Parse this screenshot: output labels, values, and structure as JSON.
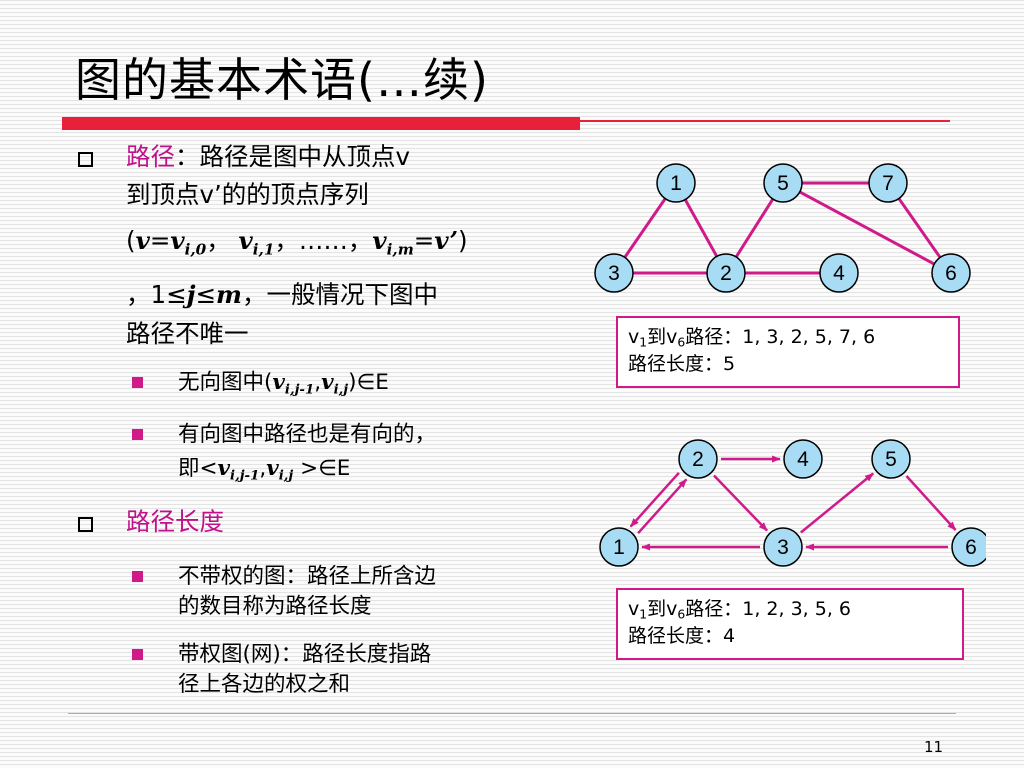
{
  "title": "图的基本术语(…续)",
  "page_number": "11",
  "bullets": {
    "path": {
      "term": "路径",
      "line1_rest": "：路径是图中从顶点v",
      "line2": "到顶点v’的的顶点序列",
      "seq_open": "(",
      "seq_v": "v",
      "seq_eq": "=",
      "seq_v0": "v",
      "seq_sub0": "i,0",
      "seq_sep1": "，",
      "seq_v1": "v",
      "seq_sub1": "i,1",
      "seq_sep2": "，……，",
      "seq_vm": "v",
      "seq_subm": "i,m",
      "seq_eq2": "=",
      "seq_vp": "v’",
      "seq_close": ")",
      "line4_a": "，1≤",
      "line4_j": "j",
      "line4_b": "≤",
      "line4_m": "m",
      "line4_c": "，一般情况下图中",
      "line5": "路径不唯一",
      "sub": [
        {
          "prefix": "无向图中(",
          "v1": "v",
          "s1": "i,j-1",
          "comma": ",",
          "v2": "v",
          "s2": "i,j",
          "suffix": ")∈E"
        },
        {
          "line1": "有向图中路径也是有向的，",
          "prefix": "即<",
          "v1": "v",
          "s1": "i,j-1",
          "comma": ",",
          "v2": "v",
          "s2": "i,j",
          "suffix": " >∈E"
        }
      ]
    },
    "path_length": {
      "term": "路径长度",
      "sub": [
        {
          "line1": "不带权的图：路径上所含边",
          "line2": "的数目称为路径长度"
        },
        {
          "line1": "带权图(网)：路径长度指路",
          "line2": "径上各边的权之和"
        }
      ]
    }
  },
  "graph_undirected": {
    "nodes": [
      "1",
      "5",
      "7",
      "3",
      "2",
      "4",
      "6"
    ],
    "edges": [
      [
        "1",
        "3"
      ],
      [
        "1",
        "2"
      ],
      [
        "3",
        "2"
      ],
      [
        "2",
        "4"
      ],
      [
        "2",
        "5"
      ],
      [
        "5",
        "7"
      ],
      [
        "5",
        "6"
      ],
      [
        "7",
        "6"
      ]
    ],
    "caption": {
      "v_a": "v",
      "sub_a": "1",
      "mid": "到",
      "v_b": "v",
      "sub_b": "6",
      "path_rest": "路径：1, 3, 2, 5, 7, 6",
      "length_line": "路径长度：5"
    }
  },
  "graph_directed": {
    "nodes": [
      "2",
      "4",
      "5",
      "1",
      "3",
      "6"
    ],
    "edges": [
      [
        "1",
        "2"
      ],
      [
        "2",
        "1"
      ],
      [
        "2",
        "4"
      ],
      [
        "2",
        "3"
      ],
      [
        "3",
        "1"
      ],
      [
        "3",
        "5"
      ],
      [
        "5",
        "6"
      ],
      [
        "6",
        "3"
      ]
    ],
    "caption": {
      "v_a": "v",
      "sub_a": "1",
      "mid": "到",
      "v_b": "v",
      "sub_b": "6",
      "path_rest": "路径：1, 2, 3, 5, 6",
      "length_line": "路径长度：4"
    }
  },
  "colors": {
    "accent_red": "#e8203a",
    "magenta": "#c0108a",
    "edge": "#d11a8a",
    "node_fill": "#a8dcf4"
  }
}
